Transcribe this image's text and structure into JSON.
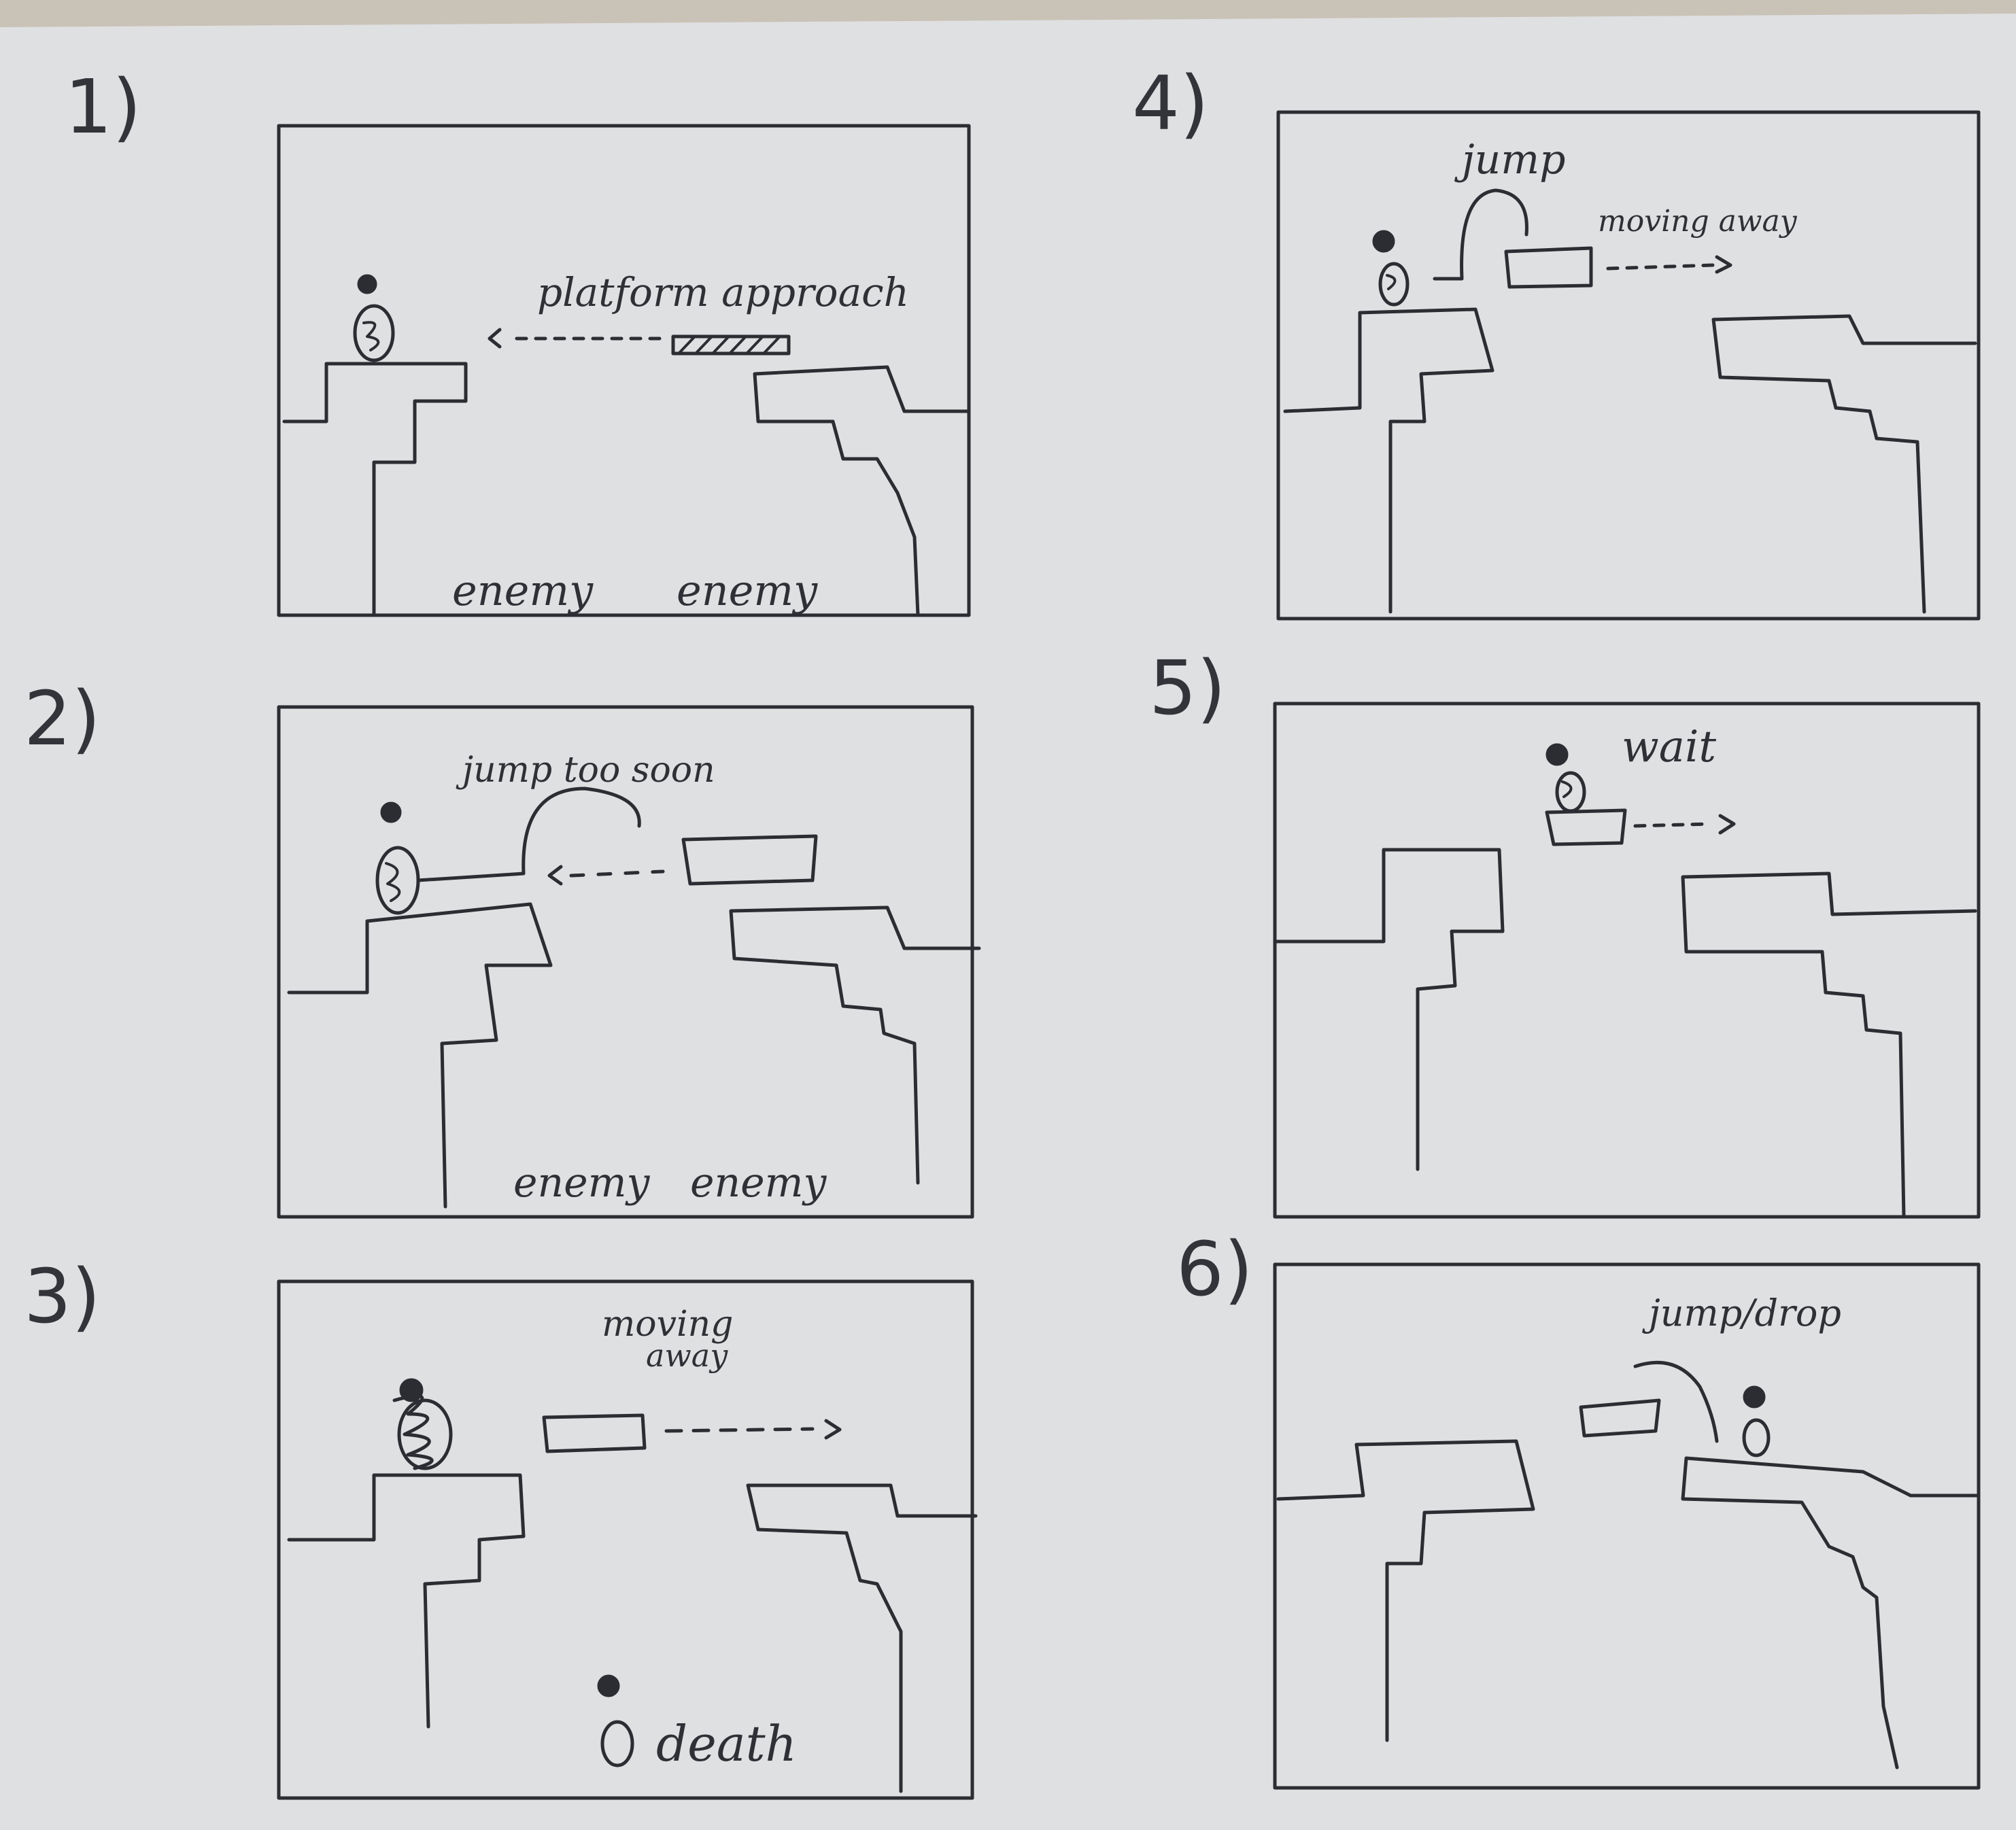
{
  "sheet": {
    "paper_color": "#dfe0e2",
    "ink_color": "#2c2c33",
    "backdrop_color": "#c9c2b6"
  },
  "panels": [
    {
      "number": "1)",
      "labels": {
        "platform": "platform approach",
        "enemy_left": "enemy",
        "enemy_right": "enemy"
      }
    },
    {
      "number": "2)",
      "labels": {
        "jump": "jump too soon",
        "enemy_left": "enemy",
        "enemy_right": "enemy"
      }
    },
    {
      "number": "3)",
      "labels": {
        "moving": "moving",
        "away": "away",
        "death": "death"
      }
    },
    {
      "number": "4)",
      "labels": {
        "jump": "jump",
        "moving": "moving away"
      }
    },
    {
      "number": "5)",
      "labels": {
        "wait": "wait"
      }
    },
    {
      "number": "6)",
      "labels": {
        "jump": "jump/drop"
      }
    }
  ]
}
